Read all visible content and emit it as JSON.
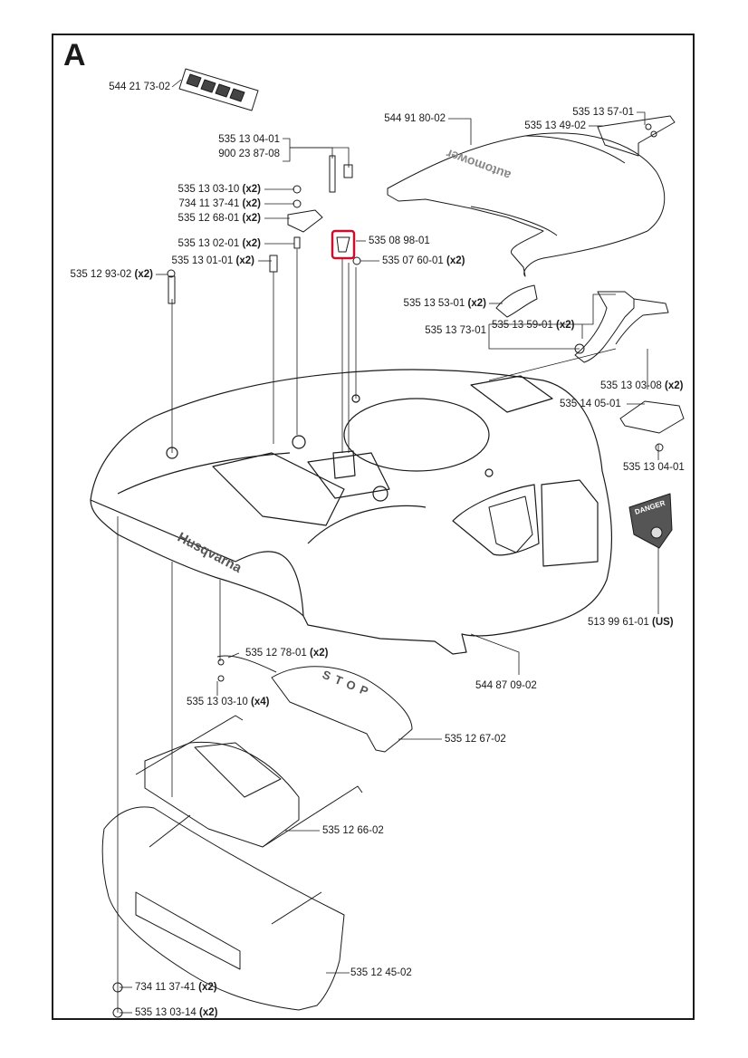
{
  "section_letter": "A",
  "parts": [
    {
      "id": "p1",
      "number": "544 21 73-02",
      "qty": ""
    },
    {
      "id": "p2",
      "number": "544 91 80-02",
      "qty": ""
    },
    {
      "id": "p3",
      "number": "535 13 57-01",
      "qty": ""
    },
    {
      "id": "p4",
      "number": "535 13 49-02",
      "qty": ""
    },
    {
      "id": "p5",
      "number": "535 13 04-01",
      "qty": ""
    },
    {
      "id": "p6",
      "number": "900 23 87-08",
      "qty": ""
    },
    {
      "id": "p7",
      "number": "535 13 03-10",
      "qty": "(x2)"
    },
    {
      "id": "p8",
      "number": "734 11 37-41",
      "qty": "(x2)"
    },
    {
      "id": "p9",
      "number": "535 12 68-01",
      "qty": "(x2)"
    },
    {
      "id": "p10",
      "number": "535 08 98-01",
      "qty": ""
    },
    {
      "id": "p11",
      "number": "535 13 02-01",
      "qty": "(x2)"
    },
    {
      "id": "p12",
      "number": "535 13 01-01",
      "qty": "(x2)"
    },
    {
      "id": "p13",
      "number": "535 07 60-01",
      "qty": "(x2)"
    },
    {
      "id": "p14",
      "number": "535 12 93-02",
      "qty": "(x2)"
    },
    {
      "id": "p15",
      "number": "535 13 53-01",
      "qty": "(x2)"
    },
    {
      "id": "p16",
      "number": "535 13 59-01",
      "qty": "(x2)"
    },
    {
      "id": "p17",
      "number": "535 13 73-01",
      "qty": ""
    },
    {
      "id": "p18",
      "number": "535 13 03-08",
      "qty": "(x2)"
    },
    {
      "id": "p19",
      "number": "535 14 05-01",
      "qty": ""
    },
    {
      "id": "p20",
      "number": "535 13 04-01",
      "qty": ""
    },
    {
      "id": "p21",
      "number": "513 99 61-01",
      "qty": "(US)"
    },
    {
      "id": "p22",
      "number": "544 87 09-02",
      "qty": ""
    },
    {
      "id": "p23",
      "number": "535 12 78-01",
      "qty": "(x2)"
    },
    {
      "id": "p24",
      "number": "535 13 03-10",
      "qty": "(x4)"
    },
    {
      "id": "p25",
      "number": "535 12 67-02",
      "qty": ""
    },
    {
      "id": "p26",
      "number": "535 12 66-02",
      "qty": ""
    },
    {
      "id": "p27",
      "number": "535 12 45-02",
      "qty": ""
    },
    {
      "id": "p28",
      "number": "734 11 37-41",
      "qty": "(x2)"
    },
    {
      "id": "p29",
      "number": "535 13 03-14",
      "qty": "(x2)"
    }
  ],
  "artwork_text": {
    "brand": "Husqvarna",
    "warning_sign": "DANGER",
    "stop_button": "STOP",
    "lid_model": "automower"
  },
  "colors": {
    "line": "#1a1a1a",
    "highlight": "#c8102e",
    "label_bg": "#666666"
  }
}
